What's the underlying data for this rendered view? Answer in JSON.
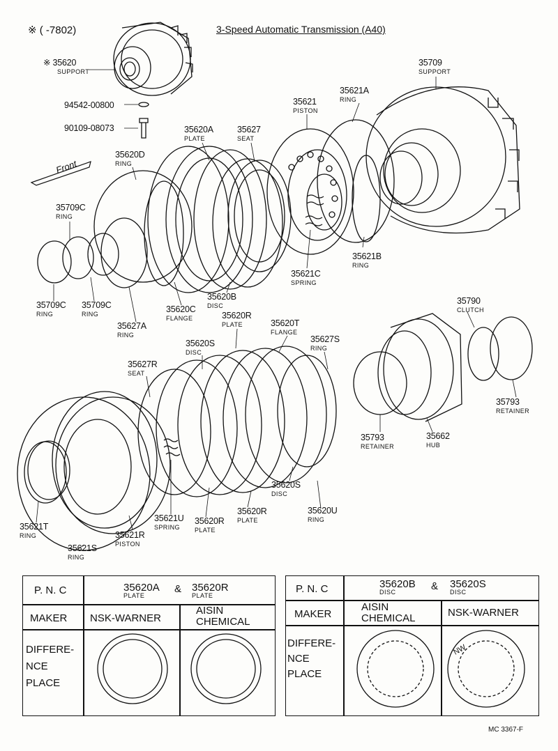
{
  "header": {
    "note": "※ (     -7802)",
    "title": "3-Speed Automatic Transmission (A40)",
    "front": "Front"
  },
  "parts": [
    {
      "id": "p35620",
      "number": "※ 35620",
      "name": "SUPPORT"
    },
    {
      "id": "p94542",
      "number": "94542-00800",
      "name": ""
    },
    {
      "id": "p90109",
      "number": "90109-08073",
      "name": ""
    },
    {
      "id": "p35709",
      "number": "35709",
      "name": "SUPPORT"
    },
    {
      "id": "p35621",
      "number": "35621",
      "name": "PISTON"
    },
    {
      "id": "p35621A",
      "number": "35621A",
      "name": "RING"
    },
    {
      "id": "p35620A",
      "number": "35620A",
      "name": "PLATE"
    },
    {
      "id": "p35627",
      "number": "35627",
      "name": "SEAT"
    },
    {
      "id": "p35620D",
      "number": "35620D",
      "name": "RING"
    },
    {
      "id": "p35709C1",
      "number": "35709C",
      "name": "RING"
    },
    {
      "id": "p35621B",
      "number": "35621B",
      "name": "RING"
    },
    {
      "id": "p35621C",
      "number": "35621C",
      "name": "SPRING"
    },
    {
      "id": "p35709C2",
      "number": "35709C",
      "name": "RING"
    },
    {
      "id": "p35709C3",
      "number": "35709C",
      "name": "RING"
    },
    {
      "id": "p35620C",
      "number": "35620C",
      "name": "FLANGE"
    },
    {
      "id": "p35620B",
      "number": "35620B",
      "name": "DISC"
    },
    {
      "id": "p35627A",
      "number": "35627A",
      "name": "RING"
    },
    {
      "id": "p35620R1",
      "number": "35620R",
      "name": "PLATE"
    },
    {
      "id": "p35620T",
      "number": "35620T",
      "name": "FLANGE"
    },
    {
      "id": "p35627S",
      "number": "35627S",
      "name": "RING"
    },
    {
      "id": "p35620S1",
      "number": "35620S",
      "name": "DISC"
    },
    {
      "id": "p35627R",
      "number": "35627R",
      "name": "SEAT"
    },
    {
      "id": "p35790",
      "number": "35790",
      "name": "CLUTCH"
    },
    {
      "id": "p35793a",
      "number": "35793",
      "name": "RETAINER"
    },
    {
      "id": "p35793b",
      "number": "35793",
      "name": "RETAINER"
    },
    {
      "id": "p35662",
      "number": "35662",
      "name": "HUB"
    },
    {
      "id": "p35620S2",
      "number": "35620S",
      "name": "DISC"
    },
    {
      "id": "p35621T",
      "number": "35621T",
      "name": "RING"
    },
    {
      "id": "p35621U",
      "number": "35621U",
      "name": "SPRING"
    },
    {
      "id": "p35620R2",
      "number": "35620R",
      "name": "PLATE"
    },
    {
      "id": "p35620R3",
      "number": "35620R",
      "name": "PLATE"
    },
    {
      "id": "p35620U",
      "number": "35620U",
      "name": "RING"
    },
    {
      "id": "p35621S",
      "number": "35621S",
      "name": "RING"
    },
    {
      "id": "p35621R",
      "number": "35621R",
      "name": "PISTON"
    }
  ],
  "table_left": {
    "pnc_label": "P. N. C",
    "part1_number": "35620A",
    "part1_name": "PLATE",
    "amp": "&",
    "part2_number": "35620R",
    "part2_name": "PLATE",
    "maker_label": "MAKER",
    "maker1": "NSK-WARNER",
    "maker2": "AISIN CHEMICAL",
    "diff_label": "DIFFERE- NCE PLACE"
  },
  "table_right": {
    "pnc_label": "P. N. C",
    "part1_number": "35620B",
    "part1_name": "DISC",
    "amp": "&",
    "part2_number": "35620S",
    "part2_name": "DISC",
    "maker_label": "MAKER",
    "maker1": "AISIN CHEMICAL",
    "maker2": "NSK-WARNER",
    "diff_label": "DIFFERE- NCE PLACE",
    "disc_mark": "NW"
  },
  "footer": {
    "code": "MC  3367-F"
  }
}
